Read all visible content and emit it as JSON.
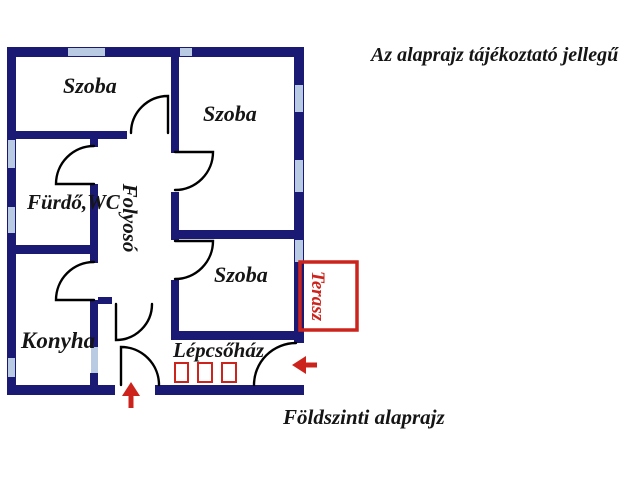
{
  "note": "Az alaprajz tájékoztató jellegű",
  "caption": "Földszinti alaprajz",
  "rooms": {
    "room_top_left": "Szoba",
    "room_top_right": "Szoba",
    "room_bottom_right": "Szoba",
    "bathroom": "Fürdő,WC",
    "corridor": "Folyosó",
    "kitchen": "Konyha",
    "staircase": "Lépcsőház",
    "terrace": "Terasz"
  },
  "icons": {
    "entrance_arrow": "red-up-arrow",
    "exit_arrow": "red-left-arrow",
    "stairs": "red-stair-treads",
    "windows": "light-blue-window-segments"
  },
  "colors": {
    "wall": "#1a1a75",
    "window": "#b9cbe2",
    "accent_red": "#cc241c",
    "text": "#151515",
    "background": "#ffffff"
  }
}
